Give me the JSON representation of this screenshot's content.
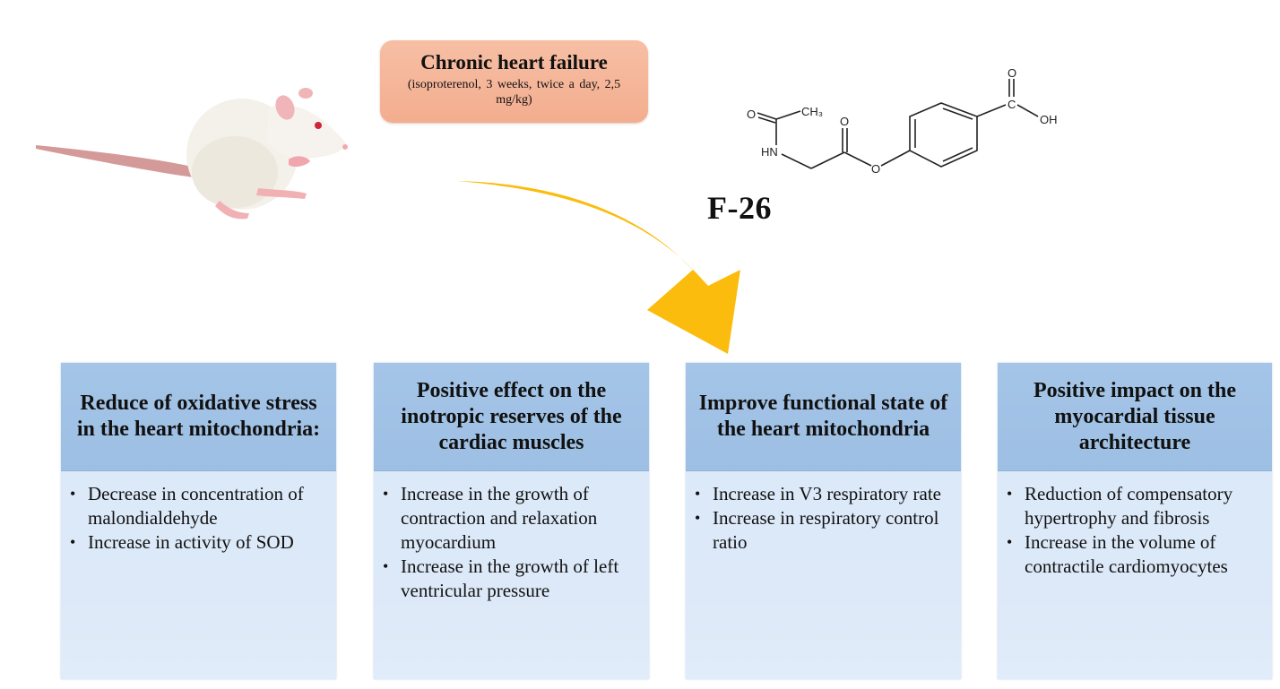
{
  "model": {
    "title": "Chronic heart failure",
    "subtitle": "(isoproterenol,  3 weeks, twice  a day, 2,5 mg/kg)",
    "color": "#f5b597"
  },
  "compound": {
    "label": "F-26",
    "atoms": {
      "acetyl_oxygen": "O",
      "methyl": "CH₃",
      "amine": "HN",
      "ester_carbonyl_oxygen": "O",
      "ester_oxygen": "O",
      "carboxyl_carbon": "C",
      "carboxyl_oxygen": "O",
      "hydroxyl": "OH"
    }
  },
  "subject": {
    "icon": "rat-icon"
  },
  "arrow": {
    "icon": "curved-arrow-icon",
    "color": "#fbbc0e"
  },
  "cards": [
    {
      "title": "Reduce of oxidative stress in the heart mitochondria:",
      "bullets": [
        "Decrease in concentration of malondialdehyde",
        "Increase in activity of SOD"
      ]
    },
    {
      "title": "Positive effect on the inotropic reserves of the cardiac muscles",
      "bullets": [
        "Increase in the growth of contraction and relaxation myocardium",
        "Increase in the growth of left ventricular pressure"
      ]
    },
    {
      "title": "Improve functional state of the heart mitochondria",
      "bullets": [
        "Increase in V3 respiratory rate",
        "Increase in respiratory control ratio"
      ]
    },
    {
      "title": "Positive impact on the myocardial tissue architecture",
      "bullets": [
        "Reduction of compensatory hypertrophy and fibrosis",
        "Increase in the volume of contractile cardiomyocytes"
      ]
    }
  ],
  "colors": {
    "card_header": "#a1c3e6",
    "card_body": "#dce9f8"
  }
}
